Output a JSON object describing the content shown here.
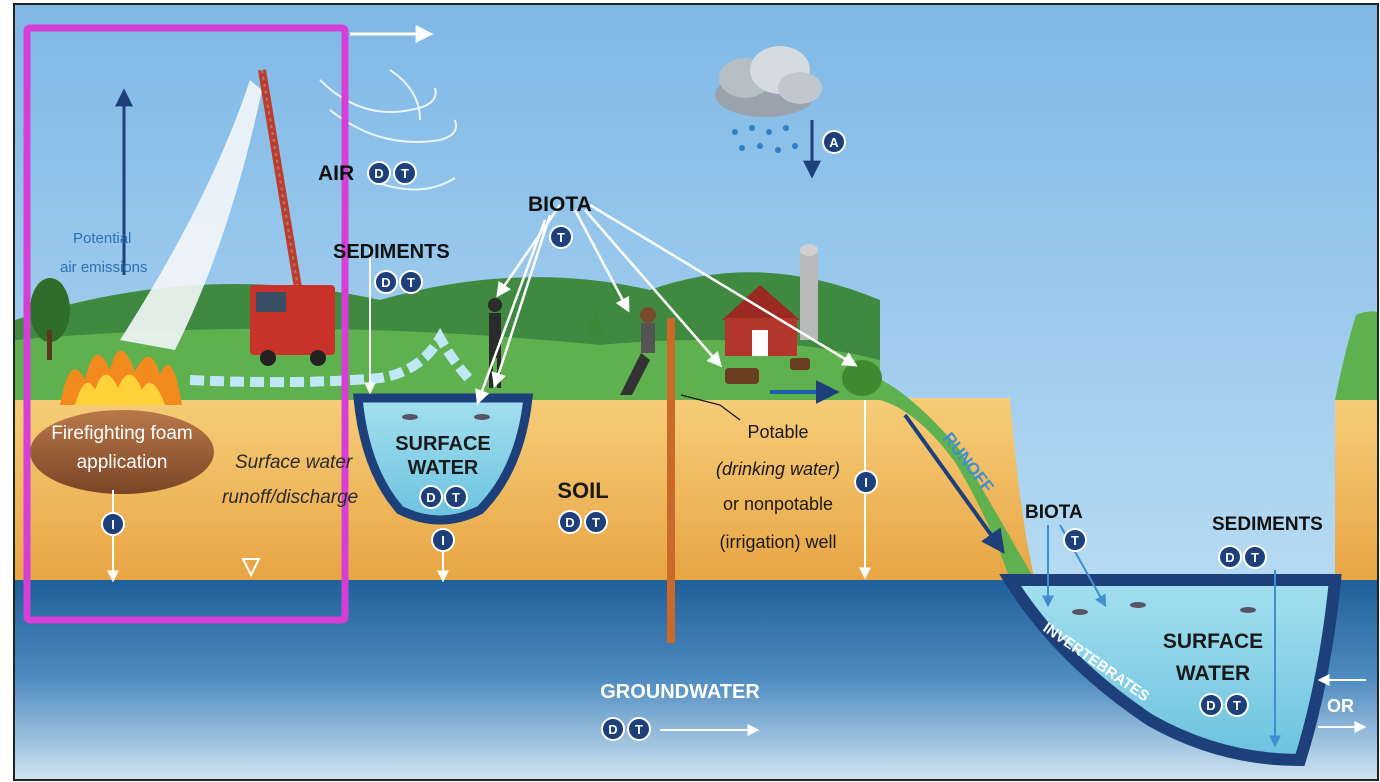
{
  "labels": {
    "air": "AIR",
    "sediments_top": "SEDIMENTS",
    "biota_top": "BIOTA",
    "potential_air_emissions_1": "Potential",
    "potential_air_emissions_2": "air emissions",
    "foam_1": "Firefighting foam",
    "foam_2": "application",
    "surface_runoff_1": "Surface water",
    "surface_runoff_2": "runoff/discharge",
    "surface_water_left_1": "SURFACE",
    "surface_water_left_2": "WATER",
    "soil": "SOIL",
    "well_1": "Potable",
    "well_2": "(drinking water)",
    "well_3": "or nonpotable",
    "well_4": "(irrigation) well",
    "runoff": "RUNOFF",
    "biota_right": "BIOTA",
    "sediments_right": "SEDIMENTS",
    "surface_water_right_1": "SURFACE",
    "surface_water_right_2": "WATER",
    "invertebrates": "INVERTEBRATES",
    "groundwater": "GROUNDWATER",
    "or": "OR"
  },
  "badges": {
    "d": "D",
    "t": "T",
    "i": "I",
    "a": "A"
  },
  "colors": {
    "sky": "#8fc3ea",
    "grass": "#4ea04a",
    "soil": "#f0b75a",
    "groundwater": "#1f5f9a",
    "surface_water": "#8fd3e8",
    "badge": "#1d3f7a",
    "highlight": "#d63fd6",
    "arrow_blue": "#1d5fa8"
  },
  "icons": [
    "cloud-icon",
    "rain-icon",
    "fire-icon",
    "fire-truck-icon",
    "tree-icon",
    "barn-icon",
    "silo-icon",
    "cow-icon",
    "fish-icon",
    "person-icon",
    "wind-icon",
    "water-table-icon"
  ]
}
